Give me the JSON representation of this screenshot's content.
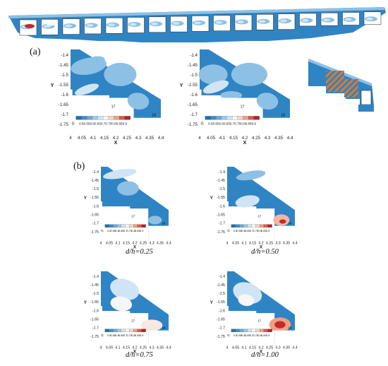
{
  "panel_labels": {
    "a": "(a)",
    "b": "(b)"
  },
  "axis": {
    "y_title": "Y",
    "x_title": "X",
    "y_ticks": [
      "-1.4",
      "-1.45",
      "-1.5",
      "-1.55",
      "-1.6",
      "-1.65",
      "-1.7",
      "-1.75"
    ],
    "y_ticks_small": [
      "-1.4",
      "-1.45",
      "-1.5",
      "-1.55",
      "-1.6",
      "-1.65",
      "-1.7",
      "-1.75"
    ],
    "x_ticks": [
      "4",
      "4.05",
      "4.1",
      "4.15",
      "4.2",
      "4.25",
      "4.3",
      "4.35",
      "4.4"
    ]
  },
  "legend": {
    "variable": "G",
    "levels": [
      "0.5",
      "0.55",
      "0.6",
      "0.65",
      "0.7",
      "0.75",
      "0.8",
      "0.85",
      "0.9"
    ],
    "colors": [
      "#1f6fb2",
      "#3f8cc8",
      "#6aaad8",
      "#9cc8e6",
      "#cfe3f1",
      "#f6f6f6",
      "#f8d4c2",
      "#ef9f86",
      "#db5a48",
      "#b51f24"
    ]
  },
  "hole_labels": {
    "left": "17",
    "right": "18"
  },
  "captions": [
    "d/h=0.25",
    "d/h=0.50",
    "d/h=0.75",
    "d/h=1.00"
  ],
  "colors": {
    "field_blue": "#2f84c4",
    "light_blue": "#8dc0e5",
    "pale_blue": "#cfe5f5",
    "hot_red": "#c42a28",
    "hatch_orange": "#e0782c"
  }
}
